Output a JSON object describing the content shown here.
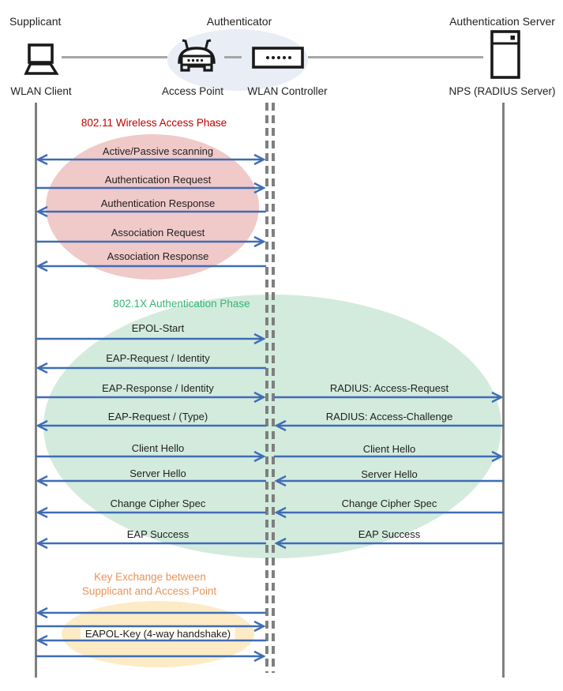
{
  "header": {
    "roles": [
      "Supplicant",
      "Authenticator",
      "Authentication Server"
    ],
    "nodes": [
      {
        "name": "WLAN Client",
        "icon": "laptop-icon"
      },
      {
        "name": "Access Point",
        "icon": "wireless-router-icon"
      },
      {
        "name": "WLAN Controller",
        "icon": "controller-icon"
      },
      {
        "name": "NPS (RADIUS Server)",
        "icon": "server-icon"
      }
    ]
  },
  "phases": [
    {
      "title": "802.11 Wireless Access Phase",
      "title_color": "#C00000",
      "ellipse_color": "#F0C9C9",
      "messages": [
        {
          "label": "Active/Passive scanning",
          "from": "WLAN Client",
          "to": "WLAN Controller",
          "direction": "both"
        },
        {
          "label": "Authentication Request",
          "from": "WLAN Client",
          "to": "WLAN Controller",
          "direction": "right"
        },
        {
          "label": "Authentication Response",
          "from": "WLAN Controller",
          "to": "WLAN Client",
          "direction": "left"
        },
        {
          "label": "Association Request",
          "from": "WLAN Client",
          "to": "WLAN Controller",
          "direction": "right"
        },
        {
          "label": "Association Response",
          "from": "WLAN Controller",
          "to": "WLAN Client",
          "direction": "left"
        }
      ]
    },
    {
      "title": "802.1X Authentication Phase",
      "title_color": "#35B673",
      "ellipse_color": "#D3EBDD",
      "rows": [
        {
          "left": {
            "label": "EPOL-Start",
            "direction": "right"
          }
        },
        {
          "left": {
            "label": "EAP-Request / Identity",
            "direction": "left"
          }
        },
        {
          "left": {
            "label": "EAP-Response / Identity",
            "direction": "right"
          },
          "right": {
            "label": "RADIUS: Access-Request",
            "direction": "right"
          }
        },
        {
          "left": {
            "label": "EAP-Request / (Type)",
            "direction": "left"
          },
          "right": {
            "label": "RADIUS: Access-Challenge",
            "direction": "left"
          }
        },
        {
          "left": {
            "label": "Client Hello",
            "direction": "right"
          },
          "right": {
            "label": "Client Hello",
            "direction": "right"
          }
        },
        {
          "left": {
            "label": "Server Hello",
            "direction": "left"
          },
          "right": {
            "label": "Server Hello",
            "direction": "left"
          }
        },
        {
          "left": {
            "label": "Change Cipher Spec",
            "direction": "left"
          },
          "right": {
            "label": "Change Cipher Spec",
            "direction": "left"
          }
        },
        {
          "left": {
            "label": "EAP Success",
            "direction": "left"
          },
          "right": {
            "label": "EAP Success",
            "direction": "left"
          }
        }
      ]
    },
    {
      "title_lines": [
        "Key Exchange between",
        "Supplicant and Access Point"
      ],
      "title_color": "#E8935A",
      "ellipse_color": "#FCEBC5",
      "key_label": "EAPOL-Key (4-way handshake)",
      "arrow_directions": [
        "left",
        "right",
        "left",
        "right"
      ]
    }
  ],
  "palette": {
    "arrow": "#3F6DB5",
    "lifeline": "#7F7F7F",
    "connector": "#A6A6A6",
    "authenticator_ellipse": "#E9EDF5"
  }
}
